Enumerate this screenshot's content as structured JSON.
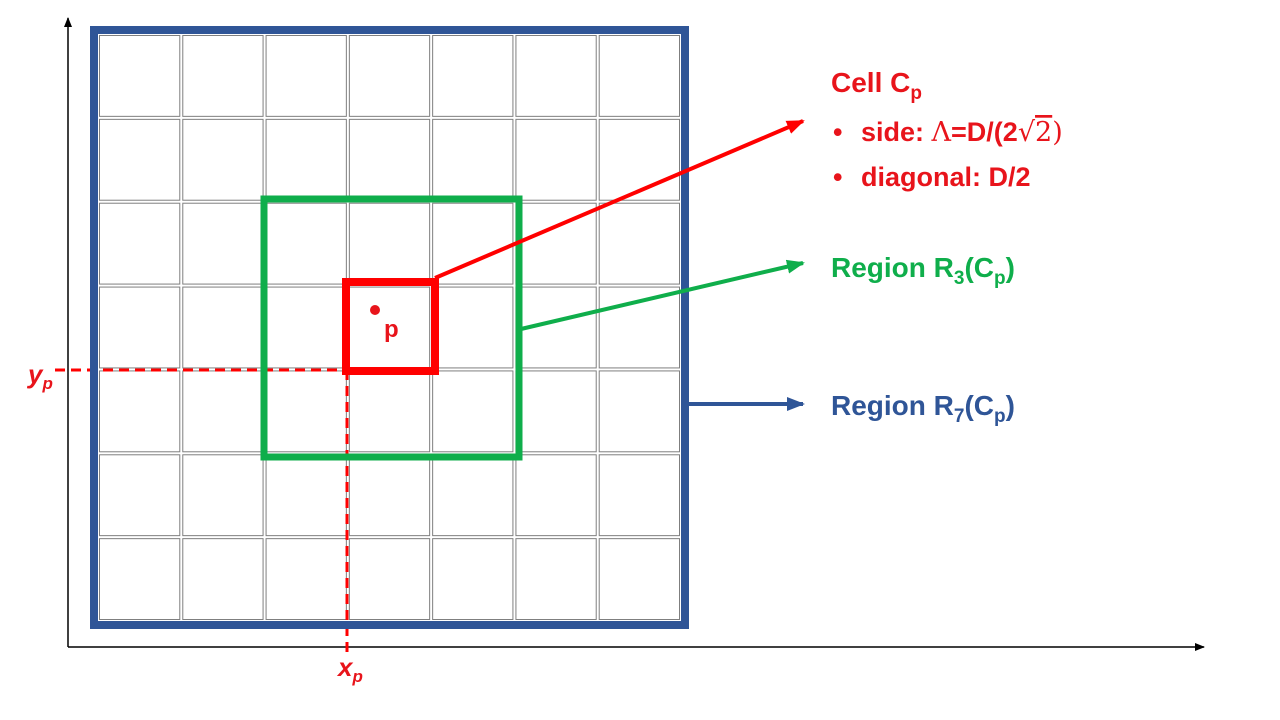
{
  "colors": {
    "cell": "#ff0000",
    "region3": "#0fae4b",
    "region7": "#2f5597",
    "axis": "#000000",
    "grid": "#7f7f7f"
  },
  "grid": {
    "rows": 7,
    "cols": 7
  },
  "point": {
    "label": "p"
  },
  "axes": {
    "x_label": "x",
    "x_subscript": "p",
    "y_label": "y",
    "y_subscript": "p"
  },
  "legend": {
    "cell": {
      "title_main": "Cell C",
      "title_sub": "p",
      "bullet": "•",
      "side_prefix": "side: ",
      "side_lambda": "Λ",
      "side_eq": "=D/(2",
      "side_sqrt": "√",
      "side_two": "2",
      "side_close": ")",
      "diagonal_label": "diagonal: D/2"
    },
    "region3": {
      "prefix": "Region R",
      "sub1": "3",
      "mid": "(C",
      "sub2": "p",
      "suffix": ")"
    },
    "region7": {
      "prefix": "Region R",
      "sub1": "7",
      "mid": "(C",
      "sub2": "p",
      "suffix": ")"
    }
  }
}
